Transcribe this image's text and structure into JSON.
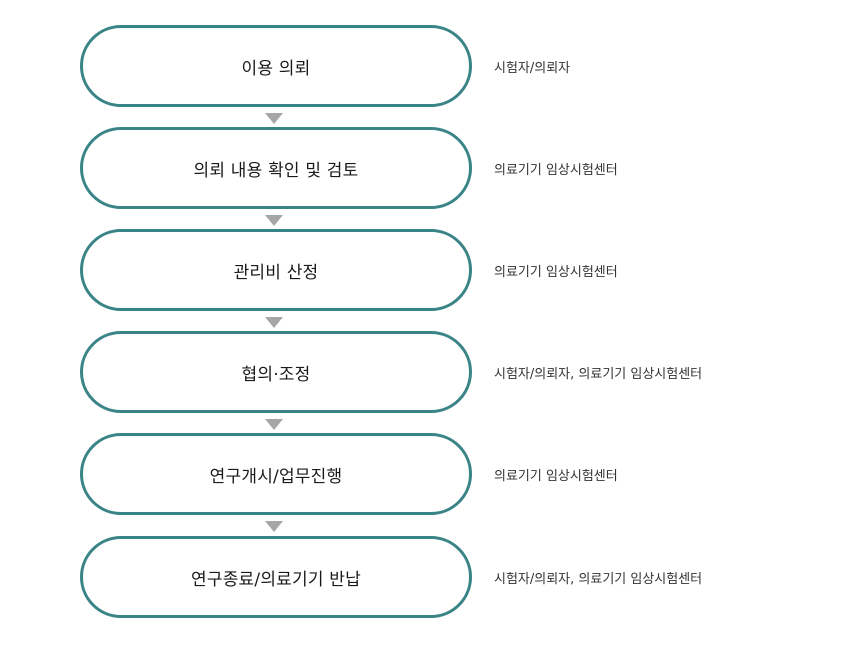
{
  "flow": {
    "steps": [
      {
        "label": "이용 의뢰",
        "actor": "시험자/의뢰자"
      },
      {
        "label": "의뢰 내용 확인 및 검토",
        "actor": "의료기기 임상시험센터"
      },
      {
        "label": "관리비 산정",
        "actor": "의료기기 임상시험센터"
      },
      {
        "label": "협의·조정",
        "actor": "시험자/의뢰자, 의료기기 임상시험센터"
      },
      {
        "label": "연구개시/업무진행",
        "actor": "의료기기 임상시험센터"
      },
      {
        "label": "연구종료/의료기기 반납",
        "actor": "시험자/의뢰자, 의료기기 임상시험센터"
      }
    ],
    "colors": {
      "step_border": "#3a8487",
      "arrow": "#a6a6a6"
    },
    "icons": {
      "connector": "down-triangle-arrow-icon"
    }
  }
}
